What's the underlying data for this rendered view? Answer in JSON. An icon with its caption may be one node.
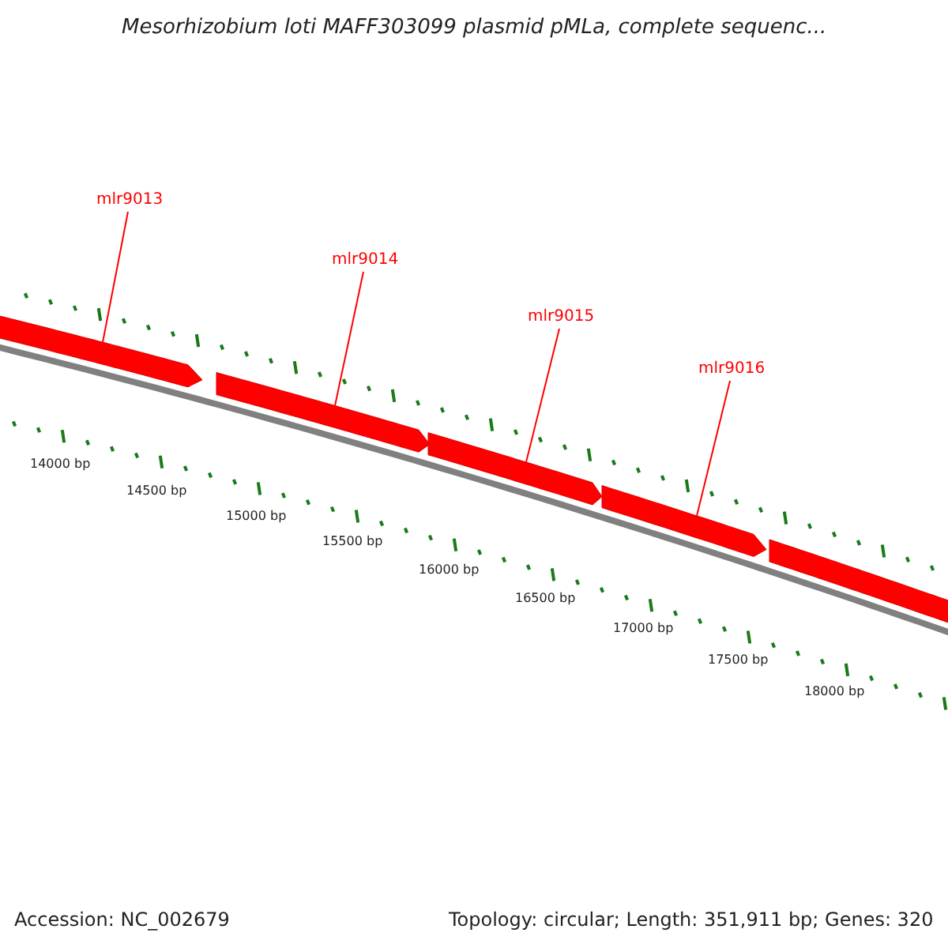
{
  "diagram": {
    "title": "Mesorhizobium loti MAFF303099 plasmid pMLa, complete sequenc...",
    "nodes": [
      {
        "text": [
          "mlr9013"
        ]
      },
      {
        "text": [
          "mlr9014"
        ]
      },
      {
        "text": [
          "mlr9015"
        ]
      },
      {
        "text": [
          "mlr9016"
        ]
      },
      {
        "text": [],
        "shape": "arrow"
      },
      {
        "text": [],
        "shape": "arrow"
      },
      {
        "text": [],
        "shape": "arrow"
      },
      {
        "text": [],
        "shape": "arrow"
      },
      {
        "text": [],
        "shape": "arrow"
      }
    ],
    "edges": [
      {
        "from": 0,
        "to": 4,
        "arrow": "none",
        "color": "#ff0000"
      },
      {
        "from": 1,
        "to": 5,
        "arrow": "none",
        "color": "#ff0000"
      },
      {
        "from": 2,
        "to": 6,
        "arrow": "none",
        "color": "#ff0000"
      },
      {
        "from": 3,
        "to": 7,
        "arrow": "none",
        "color": "#ff0000"
      }
    ],
    "labels": [
      "14000 bp",
      "14500 bp",
      "15000 bp",
      "15500 bp",
      "16000 bp",
      "16500 bp",
      "17000 bp",
      "17500 bp",
      "18000 bp",
      "Accession: NC_002679",
      "Topology: circular; Length: 351,911 bp; Genes: 320"
    ]
  }
}
